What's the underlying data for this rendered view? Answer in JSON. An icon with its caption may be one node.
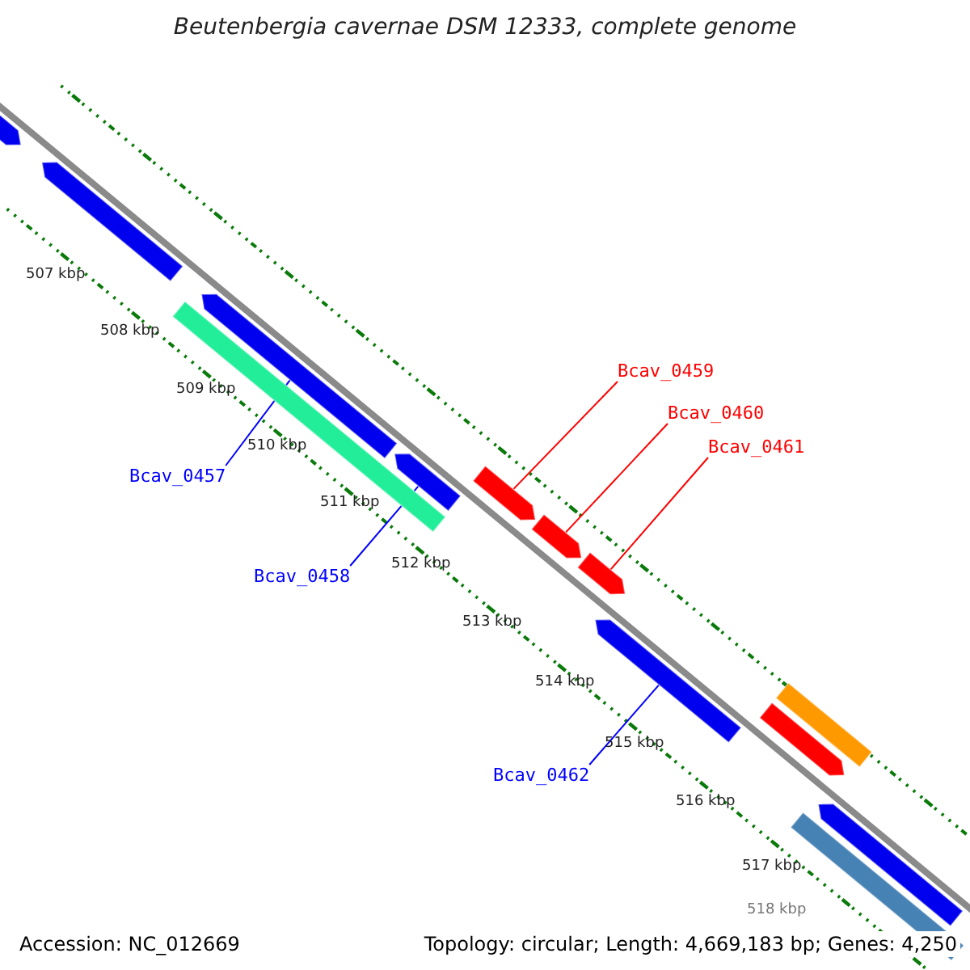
{
  "diagram": {
    "title": "Beutenbergia cavernae DSM 12333, complete genome",
    "nodes": [
      {
        "text": [],
        "shape": "arrow"
      },
      {
        "text": [],
        "shape": "arrow"
      },
      {
        "text": [],
        "shape": "arrow"
      },
      {
        "text": [],
        "shape": "bar"
      },
      {
        "text": [],
        "shape": "arrow"
      },
      {
        "text": [],
        "shape": "arrow"
      },
      {
        "text": [],
        "shape": "arrow"
      },
      {
        "text": [],
        "shape": "arrow"
      },
      {
        "text": [],
        "shape": "arrow"
      },
      {
        "text": [],
        "shape": "bar"
      },
      {
        "text": [],
        "shape": "arrow"
      },
      {
        "text": [],
        "shape": "arrow"
      },
      {
        "text": [],
        "shape": "bar"
      },
      {
        "text": [
          "Bcav_0459"
        ]
      },
      {
        "text": [
          "Bcav_0460"
        ]
      },
      {
        "text": [
          "Bcav_0461"
        ]
      },
      {
        "text": [
          "Bcav_0457"
        ]
      },
      {
        "text": [
          "Bcav_0458"
        ]
      },
      {
        "text": [
          "Bcav_0462"
        ]
      }
    ],
    "edges": [
      {
        "from": 13,
        "to": 5,
        "arrow": "none",
        "color": "#ff0000"
      },
      {
        "from": 14,
        "to": 6,
        "arrow": "none",
        "color": "#ff0000"
      },
      {
        "from": 15,
        "to": 7,
        "arrow": "none",
        "color": "#ff0000"
      },
      {
        "from": 16,
        "to": 2,
        "arrow": "none",
        "color": "#0000ff"
      },
      {
        "from": 17,
        "to": 4,
        "arrow": "none",
        "color": "#0000ff"
      },
      {
        "from": 18,
        "to": 8,
        "arrow": "none",
        "color": "#0000ff"
      }
    ],
    "labels": [
      "507 kbp",
      "508 kbp",
      "509 kbp",
      "510 kbp",
      "511 kbp",
      "512 kbp",
      "513 kbp",
      "514 kbp",
      "515 kbp",
      "516 kbp",
      "517 kbp",
      "518 kbp",
      "Accession: NC_012669",
      "Topology: circular; Length: 4,669,183 bp; Genes: 4,250"
    ]
  }
}
